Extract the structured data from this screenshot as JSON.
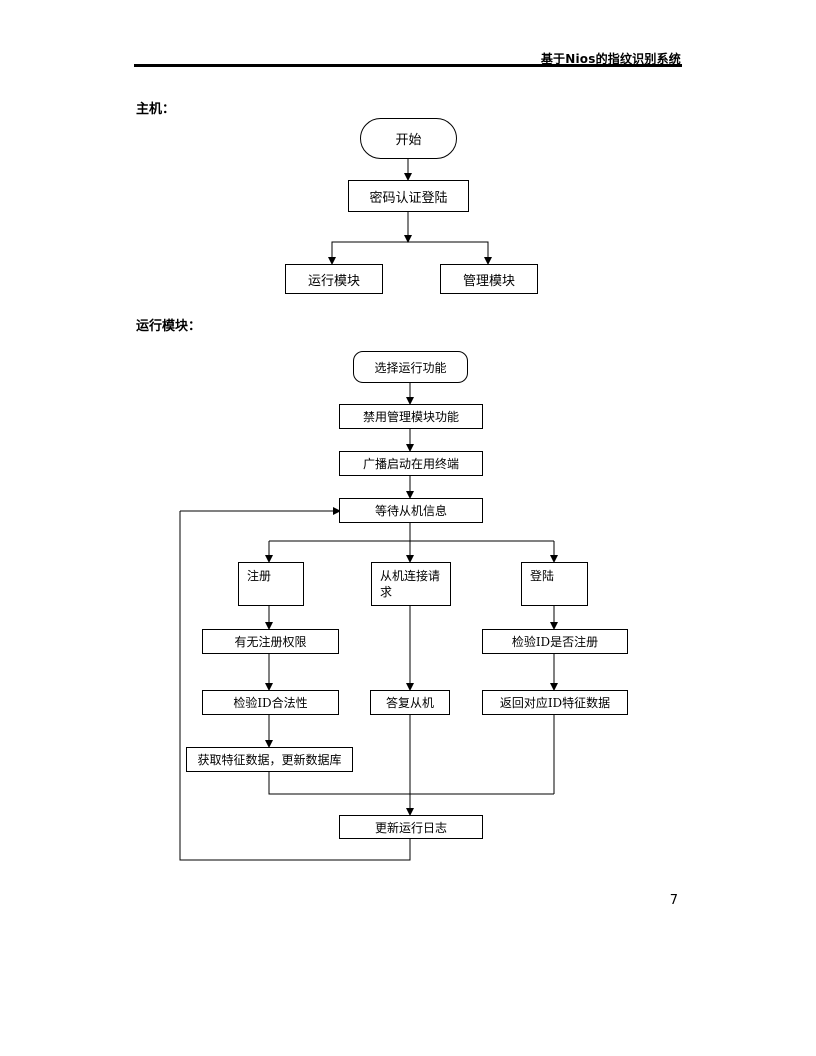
{
  "header": {
    "title": "基于Nios的指纹识别系统"
  },
  "sections": {
    "host": "主机：",
    "run_module": "运行模块："
  },
  "host_flow": {
    "start": "开始",
    "login": "密码认证登陆",
    "run_module": "运行模块",
    "manage_module": "管理模块"
  },
  "run_flow": {
    "select": "选择运行功能",
    "disable_manage": "禁用管理模块功能",
    "broadcast": "广播启动在用终端",
    "wait": "等待从机信息",
    "register": "注册",
    "slave_connect": "从机连接请求",
    "login": "登陆",
    "register_permission": "有无注册权限",
    "check_id_registered": "检验ID是否注册",
    "check_id_valid": "检验ID合法性",
    "reply_slave": "答复从机",
    "return_features": "返回对应ID特征数据",
    "get_features": "获取特征数据，更新数据库",
    "update_log": "更新运行日志"
  },
  "footer": {
    "page_number": "7"
  }
}
